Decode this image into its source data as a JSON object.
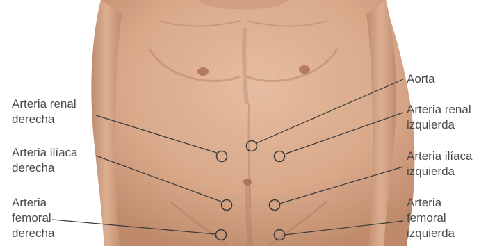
{
  "figure": {
    "labels": {
      "aorta": "Aorta",
      "renal_right": [
        "Arteria renal",
        "derecha"
      ],
      "renal_left": [
        "Arteria renal",
        "izquierda"
      ],
      "iliac_right": [
        "Arteria ilíaca",
        "derecha"
      ],
      "iliac_left": [
        "Arteria ilíaca",
        "izquierda"
      ],
      "femoral_right": [
        "Arteria",
        "femoral",
        "derecha"
      ],
      "femoral_left": [
        "Arteria",
        "femoral",
        "izquierda"
      ]
    },
    "colors": {
      "skin": "#d9a98a",
      "skin_shadow": "#b98066",
      "text": "#4a4a4a",
      "line": "#3a3a3a"
    }
  }
}
